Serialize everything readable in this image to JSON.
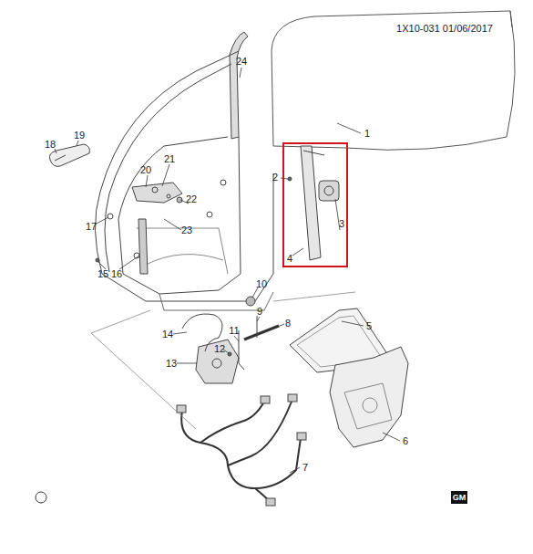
{
  "diagram": {
    "nodes": [
      {
        "text": [
          "3",
          "4"
        ]
      }
    ],
    "labels": [
      "1X10-031 01/06/2017",
      "24",
      "1",
      "19",
      "18",
      "21",
      "20",
      "2",
      "22",
      "17",
      "23",
      "15",
      "16",
      "10",
      "9",
      "5",
      "8",
      "14",
      "11",
      "12",
      "13",
      "6",
      "7",
      "GM"
    ]
  }
}
